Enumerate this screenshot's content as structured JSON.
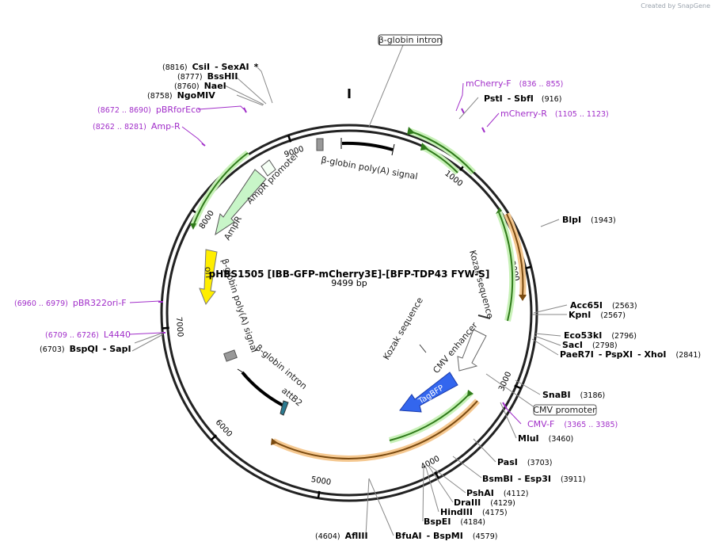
{
  "credit": "Created by SnapGene",
  "plasmid": {
    "name": "pHBS1505 [IBB-GFP-mCherry3E]-[BFP-TDP43 FYW-S]",
    "size": "9499 bp",
    "total_bp": 9499
  },
  "colors": {
    "primer": "#a12ec9",
    "gfp": "#8ee07a",
    "mcherry": "#f5b76c",
    "tagbfp": "#3366ee",
    "ori": "#ffee00",
    "ampr": "#c8f5c8"
  },
  "ticks": [
    {
      "bp": 1000,
      "label": "1000"
    },
    {
      "bp": 2000,
      "label": "2000"
    },
    {
      "bp": 3000,
      "label": "3000"
    },
    {
      "bp": 4000,
      "label": "4000"
    },
    {
      "bp": 5000,
      "label": "5000"
    },
    {
      "bp": 6000,
      "label": "6000"
    },
    {
      "bp": 7000,
      "label": "7000"
    },
    {
      "bp": 8000,
      "label": "8000"
    },
    {
      "bp": 9000,
      "label": "9000"
    }
  ],
  "enzymes": [
    {
      "id": "csii",
      "pos": "(8816)",
      "name": "CsiI",
      "extra": "- SexAI",
      "star": "*"
    },
    {
      "id": "bsshii",
      "pos": "(8777)",
      "name": "BssHII"
    },
    {
      "id": "naei",
      "pos": "(8760)",
      "name": "NaeI"
    },
    {
      "id": "ngomiv",
      "pos": "(8758)",
      "name": "NgoMIV"
    },
    {
      "id": "psti",
      "name": "PstI",
      "extra": "- SbfI",
      "pos": "(916)"
    },
    {
      "id": "blpi",
      "name": "BlpI",
      "pos": "(1943)"
    },
    {
      "id": "acc65i",
      "name": "Acc65I",
      "pos": "(2563)"
    },
    {
      "id": "kpni",
      "name": "KpnI",
      "pos": "(2567)"
    },
    {
      "id": "eco53ki",
      "name": "Eco53kI",
      "pos": "(2796)"
    },
    {
      "id": "saci",
      "name": "SacI",
      "pos": "(2798)"
    },
    {
      "id": "paer7i",
      "name": "PaeR7I",
      "extra": "- PspXI",
      "extra2": "- XhoI",
      "pos": "(2841)"
    },
    {
      "id": "snabi",
      "name": "SnaBI",
      "pos": "(3186)"
    },
    {
      "id": "mlui",
      "name": "MluI",
      "pos": "(3460)"
    },
    {
      "id": "pasi",
      "name": "PasI",
      "pos": "(3703)"
    },
    {
      "id": "bsmbi",
      "name": "BsmBI",
      "extra": "- Esp3I",
      "pos": "(3911)"
    },
    {
      "id": "pshai",
      "name": "PshAI",
      "pos": "(4112)"
    },
    {
      "id": "draiii",
      "name": "DraIII",
      "pos": "(4129)"
    },
    {
      "id": "hindiii",
      "name": "HindIII",
      "pos": "(4175)"
    },
    {
      "id": "bspei",
      "name": "BspEI",
      "pos": "(4184)"
    },
    {
      "id": "bfuai",
      "name": "BfuAI",
      "extra": "- BspMI",
      "pos": "(4579)"
    },
    {
      "id": "afliii",
      "pos": "(4604)",
      "name": "AflIII"
    },
    {
      "id": "bspqi",
      "pos": "(6703)",
      "name": "BspQI",
      "extra": "- SapI"
    }
  ],
  "primers": [
    {
      "id": "mcherry-f",
      "name": "mCherry-F",
      "pos": "(836 .. 855)"
    },
    {
      "id": "mcherry-r",
      "name": "mCherry-R",
      "pos": "(1105 .. 1123)"
    },
    {
      "id": "cmv-f",
      "name": "CMV-F",
      "pos": "(3365 .. 3385)"
    },
    {
      "id": "pbrforeco",
      "pos": "(8672 .. 8690)",
      "name": "pBRforEco"
    },
    {
      "id": "amp-r",
      "pos": "(8262 .. 8281)",
      "name": "Amp-R"
    },
    {
      "id": "pbr322ori-f",
      "pos": "(6960 .. 6979)",
      "name": "pBR322ori-F"
    },
    {
      "id": "l4440",
      "pos": "(6709 .. 6726)",
      "name": "L4440"
    }
  ],
  "features": {
    "beta_globin_intron_top": "β-globin intron",
    "beta_globin_polya_top": "β-globin poly(A) signal",
    "ampr_promoter": "AmpR promoter",
    "ampr": "AmpR",
    "ori": "ori",
    "beta_globin_polya_left": "β-globin poly(A) signal",
    "beta_globin_intron_bottom": "β-globin intron",
    "attb2": "attB2",
    "kozak_right": "Kozak sequence",
    "kozak_center": "Kozak sequence",
    "cmv_enhancer": "CMV enhancer",
    "tagbfp": "TagBFP",
    "cmv_promoter": "CMV promoter"
  }
}
